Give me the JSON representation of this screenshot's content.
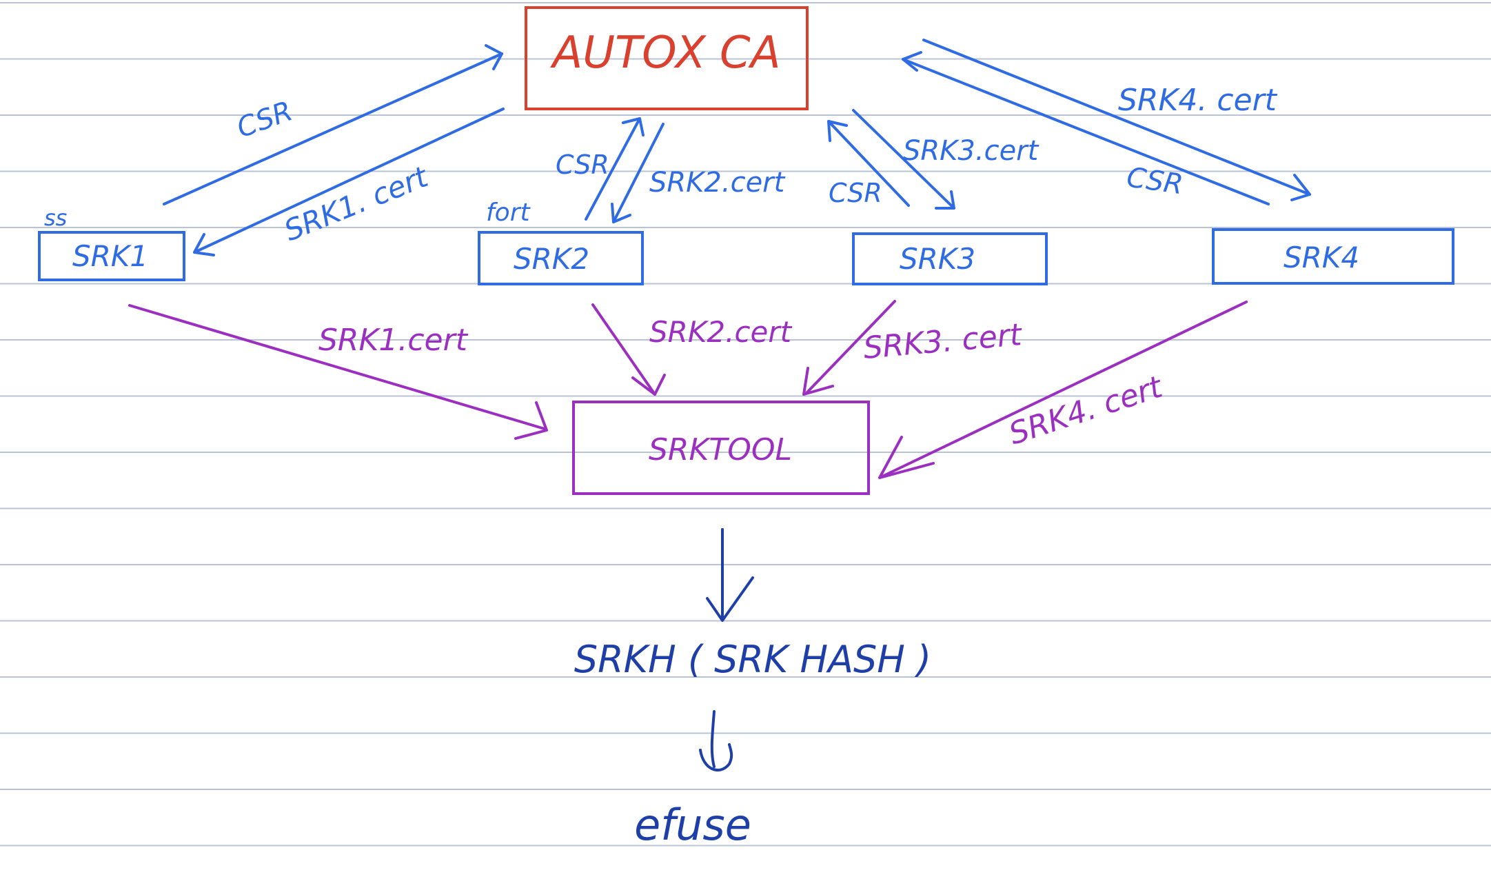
{
  "colors": {
    "ruled_line": "#b9c3d6",
    "ca_red": "#d9402e",
    "srk_blue": "#2f6be3",
    "pool_purple": "#9b2fbf",
    "hash_navy": "#1f3fa8"
  },
  "nodes": {
    "ca": "AUTOX CA",
    "srk1": "SRK1",
    "srk2": "SRK2",
    "srk3": "SRK3",
    "srk4": "SRK4",
    "pool": "SRKTOOL",
    "hash": "SRKH ( SRK HASH )",
    "efuse": "efuse"
  },
  "annotations": {
    "srk1_note": "ss",
    "srk2_note": "fort"
  },
  "edge_labels": {
    "csr1": "CSR",
    "cert1": "SRK1. cert",
    "csr2": "CSR",
    "cert2": "SRK2.cert",
    "csr3": "CSR",
    "cert3": "SRK3.cert",
    "csr4": "CSR",
    "cert4": "SRK4. cert",
    "pool_cert1": "SRK1.cert",
    "pool_cert2": "SRK2.cert",
    "pool_cert3": "SRK3. cert",
    "pool_cert4": "SRK4. cert"
  }
}
